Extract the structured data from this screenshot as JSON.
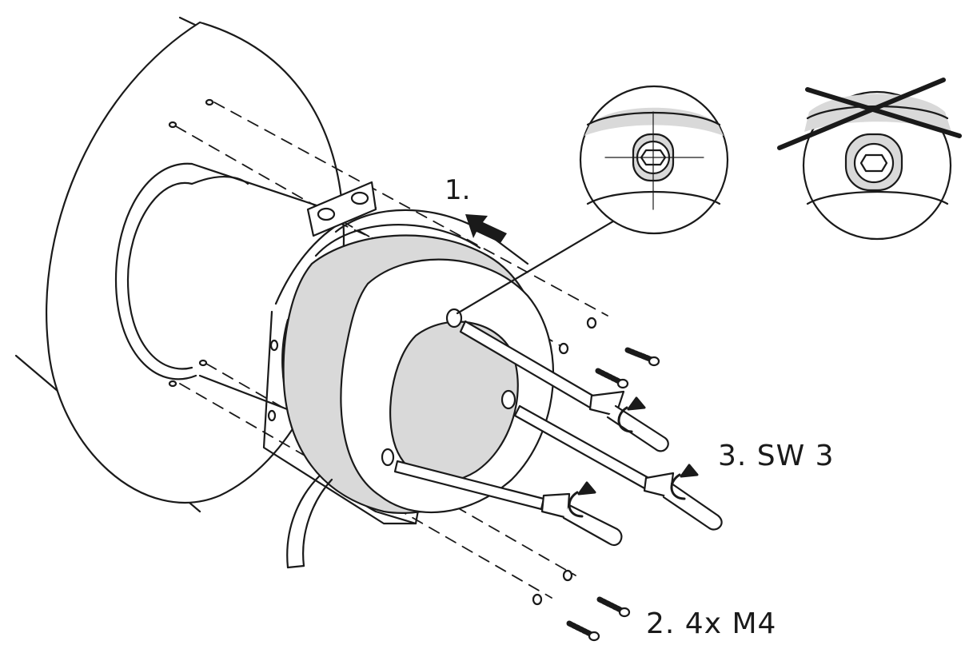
{
  "steps": {
    "step1": "1.",
    "step2": "2.   4x M4",
    "step3": "3. SW 3"
  },
  "colors": {
    "line": "#1a1a1a",
    "ring_fill": "#d9d9d9",
    "background": "#ffffff"
  }
}
